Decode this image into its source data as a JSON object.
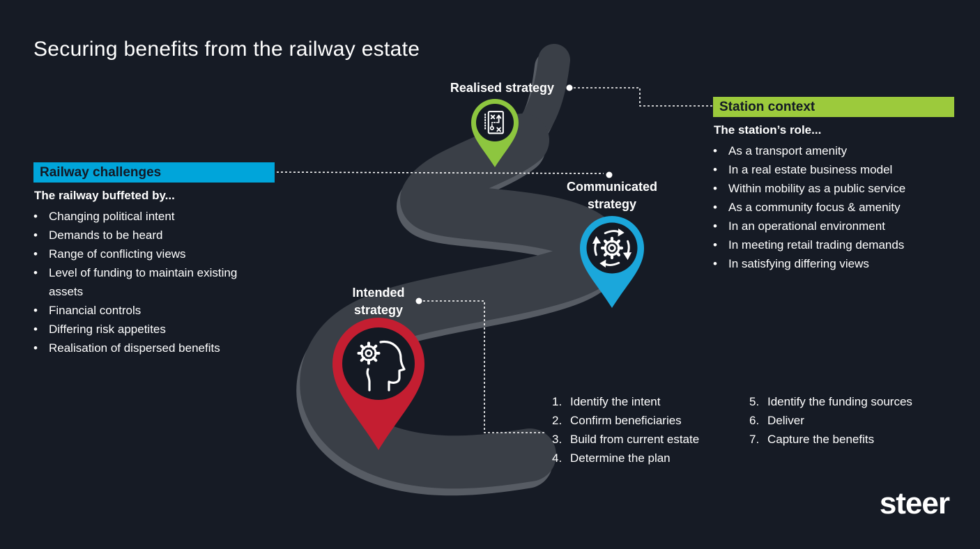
{
  "title": "Securing benefits from the railway estate",
  "railway_challenges": {
    "header": "Railway challenges",
    "lead": "The railway buffeted by...",
    "items": [
      "Changing political intent",
      "Demands to be heard",
      "Range of conflicting views",
      "Level of funding to maintain existing assets",
      "Financial controls",
      "Differing risk appetites",
      "Realisation of dispersed benefits"
    ],
    "accent_color": "#00a5da"
  },
  "station_context": {
    "header": "Station context",
    "lead": "The station’s role...",
    "items": [
      "As a transport amenity",
      "In a real estate business model",
      "Within mobility as a public service",
      "As a community focus & amenity",
      "In an operational environment",
      "In meeting retail trading demands",
      "In satisfying differing views"
    ],
    "accent_color": "#9cca3c"
  },
  "pins": {
    "realised": {
      "label": "Realised strategy",
      "color": "#8dc63f",
      "icon": "strategy-board-icon"
    },
    "communicated": {
      "label_line1": "Communicated",
      "label_line2": "strategy",
      "color": "#1ba7db",
      "icon": "process-cycle-icon"
    },
    "intended": {
      "label_line1": "Intended",
      "label_line2": "strategy",
      "color": "#c41e31",
      "icon": "thinking-head-icon"
    }
  },
  "steps": {
    "column1": [
      {
        "num": "1.",
        "text": "Identify the intent"
      },
      {
        "num": "2.",
        "text": "Confirm beneficiaries"
      },
      {
        "num": "3.",
        "text": "Build from current estate"
      },
      {
        "num": "4.",
        "text": "Determine the plan"
      }
    ],
    "column2": [
      {
        "num": "5.",
        "text": "Identify the funding sources"
      },
      {
        "num": "6.",
        "text": "Deliver"
      },
      {
        "num": "7.",
        "text": "Capture the benefits"
      }
    ]
  },
  "logo_text": "steer",
  "ui": {
    "bullet_char": "•",
    "background_color": "#161b25",
    "road_color": "#3a3f47",
    "road_edge_color": "#575c64",
    "header_text_color": "#131925"
  }
}
